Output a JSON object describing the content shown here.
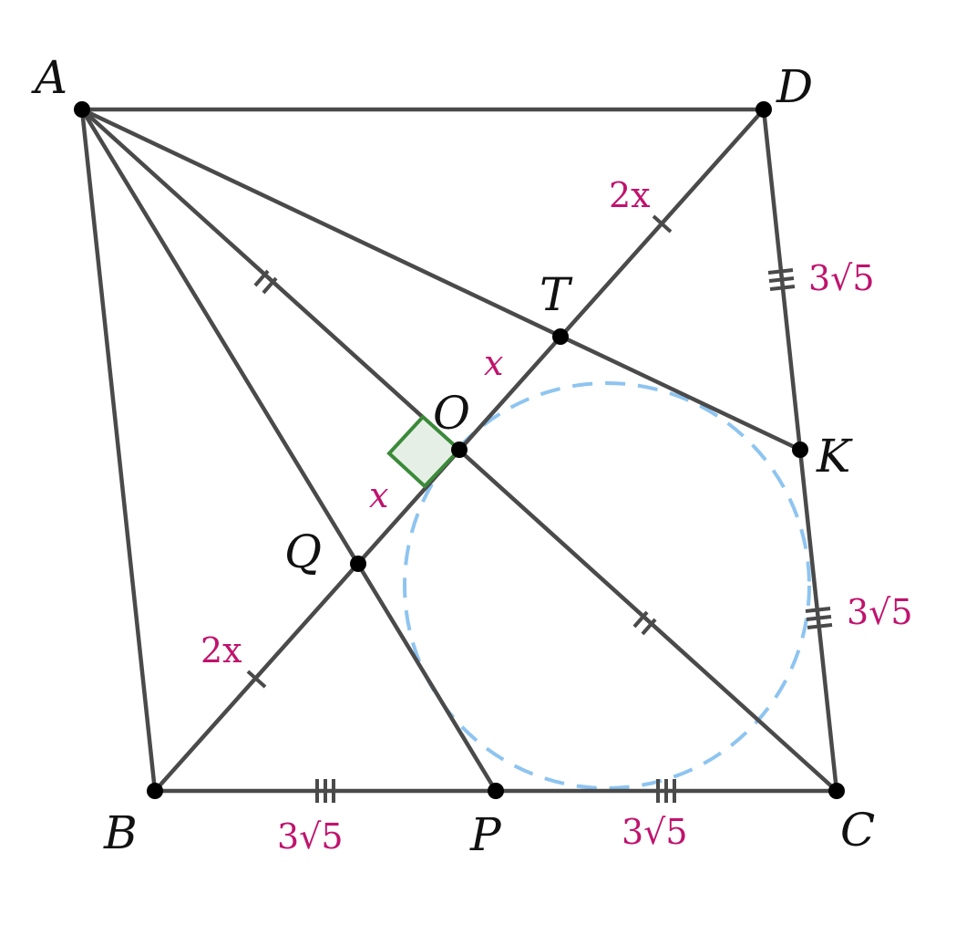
{
  "points": {
    "A": {
      "label": "A"
    },
    "B": {
      "label": "B"
    },
    "C": {
      "label": "C"
    },
    "D": {
      "label": "D"
    },
    "P": {
      "label": "P"
    },
    "Q": {
      "label": "Q"
    },
    "O": {
      "label": "O"
    },
    "T": {
      "label": "T"
    },
    "K": {
      "label": "K"
    }
  },
  "measures": {
    "DT": "2x",
    "TO": "x",
    "OQ": "x",
    "QB": "2x",
    "DK": "3√5",
    "KC": "3√5",
    "BP": "3√5",
    "PC": "3√5"
  },
  "colors": {
    "segments": "#4a4a4a",
    "measure_labels": "#c0136e",
    "circle": "#8ec4f0",
    "right_angle_fill": "#e6efe6",
    "right_angle_stroke": "#3a8a3a"
  },
  "icons": {
    "right_angle": "right-angle-square-icon"
  }
}
